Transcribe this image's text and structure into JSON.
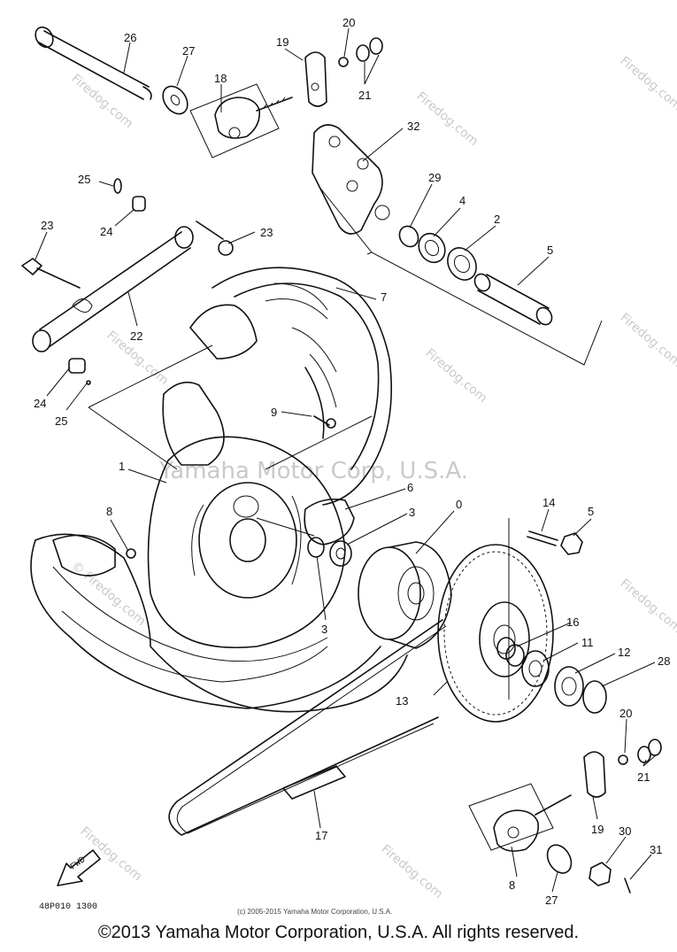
{
  "watermark": {
    "text": "Firedog.com",
    "center": "Yamaha Motor Corp, U.S.A.",
    "secondary": "© Firedog.com"
  },
  "part_labels": [
    "26",
    "27",
    "19",
    "20",
    "21",
    "18",
    "32",
    "29",
    "4",
    "2",
    "5",
    "25",
    "24",
    "23",
    "23",
    "22",
    "7",
    "24",
    "25",
    "9",
    "1",
    "6",
    "3",
    "0",
    "14",
    "5",
    "8",
    "3",
    "16",
    "11",
    "12",
    "28",
    "13",
    "20",
    "21",
    "17",
    "19",
    "30",
    "31",
    "8",
    "27"
  ],
  "diagram_code": "48P010 1300",
  "fwd_label": "FWD",
  "small_credit": "(c) 2005-2015 Yamaha Motor Corporation, U.S.A.",
  "copyright": "©2013 Yamaha Motor Corporation, U.S.A. All rights reserved."
}
